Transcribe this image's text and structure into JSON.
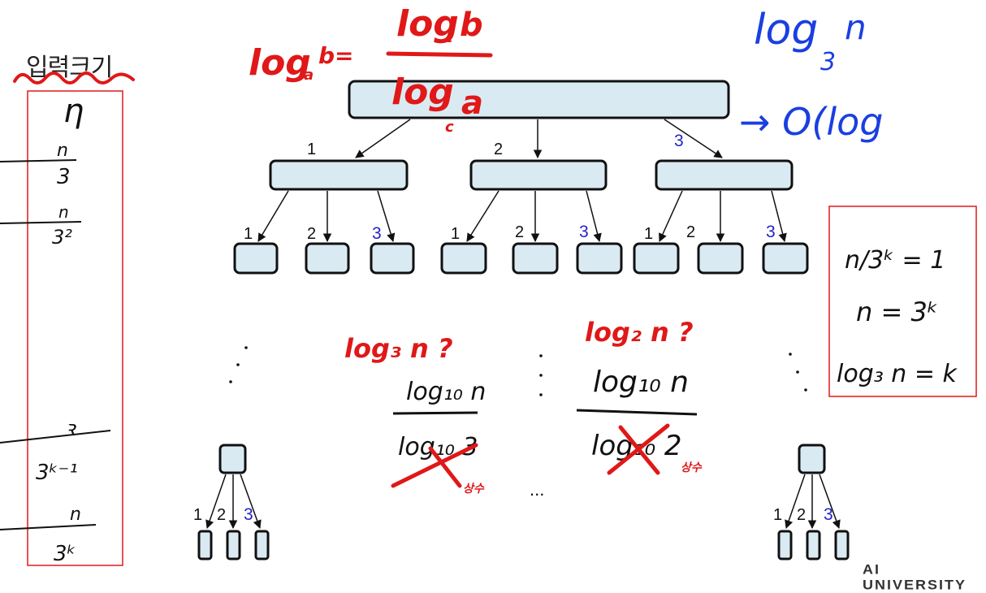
{
  "left_column": {
    "title": "입력크기",
    "sizes": [
      "n",
      "n/3",
      "n/3²",
      "n/3ᵏ⁻¹",
      "n/3ᵏ"
    ]
  },
  "tree": {
    "level1_labels": [
      "1",
      "2",
      "3"
    ],
    "level2_labels": [
      "1",
      "2",
      "3",
      "1",
      "2",
      "3",
      "1",
      "2",
      "3"
    ],
    "leaf_labels_left": [
      "1",
      "2",
      "3"
    ],
    "leaf_labels_right": [
      "1",
      "2",
      "3"
    ],
    "ellipsis": "..."
  },
  "annotations": {
    "red_top_formula": "log_a b = log_c b / log_c a",
    "blue_top_right": "log₃ n",
    "blue_arrow_text": "→ O(log",
    "red_mid_left": "log₃ n ?",
    "red_mid_right": "log₂ n ?",
    "black_num_left": "log₁₀ n",
    "black_den_left": "log₁₀ 3",
    "black_num_right": "log₁₀ n",
    "black_den_right": "log₁₀ 2",
    "red_small_left": "상수",
    "red_small_right": "상수",
    "box_right": {
      "line1": "n/3ᵏ = 1",
      "line2": "n = 3ᵏ",
      "line3": "log₃ n = k"
    }
  },
  "colors": {
    "node_fill": "#daeaf2",
    "node_stroke": "#111111",
    "frame_red": "#e01818",
    "ink_blue": "#1a3fe0",
    "ink_red": "#e01818"
  },
  "branding": {
    "text": "AI UNIVERSITY"
  }
}
